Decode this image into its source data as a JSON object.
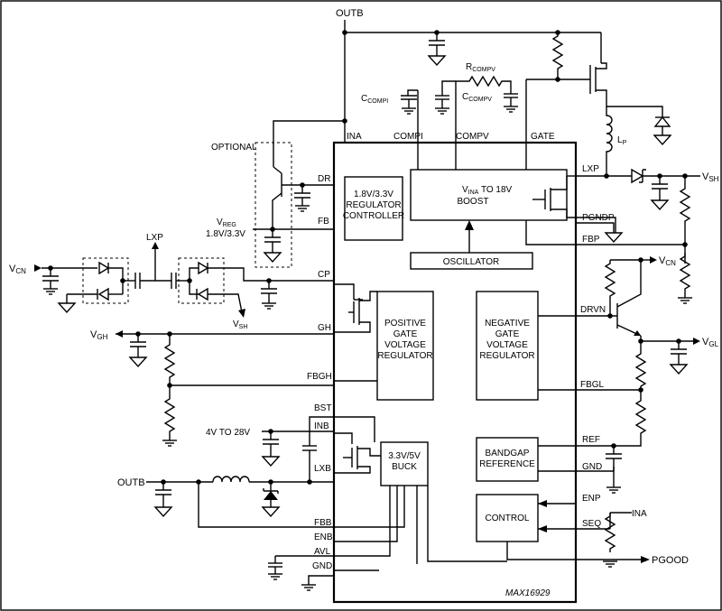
{
  "chip": {
    "part_number": "MAX16929"
  },
  "pins": {
    "outb_top": "OUTB",
    "ina": "INA",
    "compi": "COMPI",
    "compv": "COMPV",
    "gate": "GATE",
    "dr": "DR",
    "fb": "FB",
    "cp": "CP",
    "gh": "GH",
    "fbgh": "FBGH",
    "bst": "BST",
    "inb": "INB",
    "lxb": "LXB",
    "fbb": "FBB",
    "enb": "ENB",
    "avl": "AVL",
    "gnd_l": "GND",
    "lxp": "LXP",
    "pgndp": "PGNDP",
    "fbp": "FBP",
    "drvn": "DRVN",
    "fbgl": "FBGL",
    "ref": "REF",
    "gnd_r": "GND",
    "enp": "ENP",
    "seq": "SEQ"
  },
  "blocks": {
    "regulator": [
      "1.8V/3.3V",
      "REGULATOR",
      "CONTROLLER"
    ],
    "boost_sub": "INA",
    "boost_pre": "V",
    "boost_post": " TO 18V",
    "boost_line2": "BOOST",
    "oscillator": "OSCILLATOR",
    "positive": [
      "POSITIVE",
      "GATE",
      "VOLTAGE",
      "REGULATOR"
    ],
    "negative": [
      "NEGATIVE",
      "GATE",
      "VOLTAGE",
      "REGULATOR"
    ],
    "buck": [
      "3.3V/5V",
      "BUCK"
    ],
    "bandgap": [
      "BANDGAP",
      "REFERENCE"
    ],
    "control": "CONTROL"
  },
  "labels": {
    "optional": "OPTIONAL",
    "vreg_main": "V",
    "vreg_sub": "REG",
    "vreg_value": "1.8V/3.3V",
    "vcn_left_main": "V",
    "vcn_left_sub": "CN",
    "lxp_left": "LXP",
    "vsh_bottom_main": "V",
    "vsh_bottom_sub": "SH",
    "vgh_main": "V",
    "vgh_sub": "GH",
    "input_range": "4V TO 28V",
    "outb_left": "OUTB",
    "ccompi_main": "C",
    "ccompi_sub": "COMPI",
    "rcompv_main": "R",
    "rcompv_sub": "COMPV",
    "ccompv_main": "C",
    "ccompv_sub": "COMPV",
    "lp_main": "L",
    "lp_sub": "P",
    "vsh_right_main": "V",
    "vsh_right_sub": "SH",
    "vcn_right_main": "V",
    "vcn_right_sub": "CN",
    "vgl_main": "V",
    "vgl_sub": "GL",
    "ina_right": "INA",
    "pgood": "PGOOD"
  }
}
